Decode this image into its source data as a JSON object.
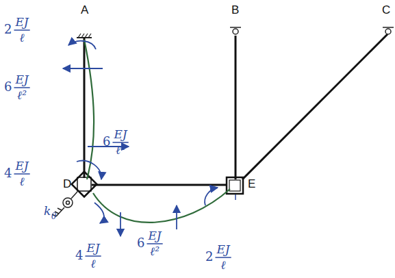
{
  "diagram": {
    "labels": [
      "A",
      "B",
      "C",
      "D",
      "E",
      "2",
      "EJ",
      "ℓ",
      "6",
      "EJ",
      "ℓ²",
      "6",
      "EJ",
      "ℓ²",
      "4",
      "EJ",
      "ℓ",
      "4",
      "EJ",
      "ℓ",
      "6",
      "EJ",
      "ℓ²",
      "2",
      "EJ",
      "ℓ",
      "k",
      "θ"
    ]
  }
}
